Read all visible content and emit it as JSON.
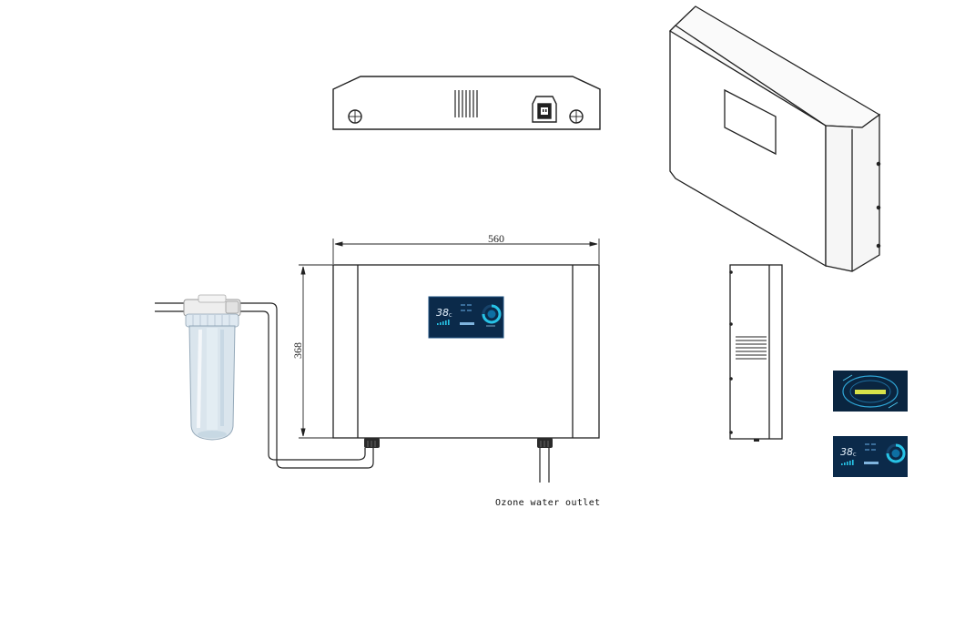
{
  "dimensions": {
    "width_label": "560",
    "height_label": "368"
  },
  "labels": {
    "outlet": "Ozone water outlet"
  },
  "display": {
    "temperature": "38",
    "temperature_unit": "C"
  },
  "colors": {
    "line": "#222222",
    "panel_dark": "#0b2a4a",
    "panel_accent": "#27c3e6",
    "housing_white": "#f4f7fb",
    "filter_clear": "#d9e6ef",
    "filter_cap": "#ececec"
  }
}
